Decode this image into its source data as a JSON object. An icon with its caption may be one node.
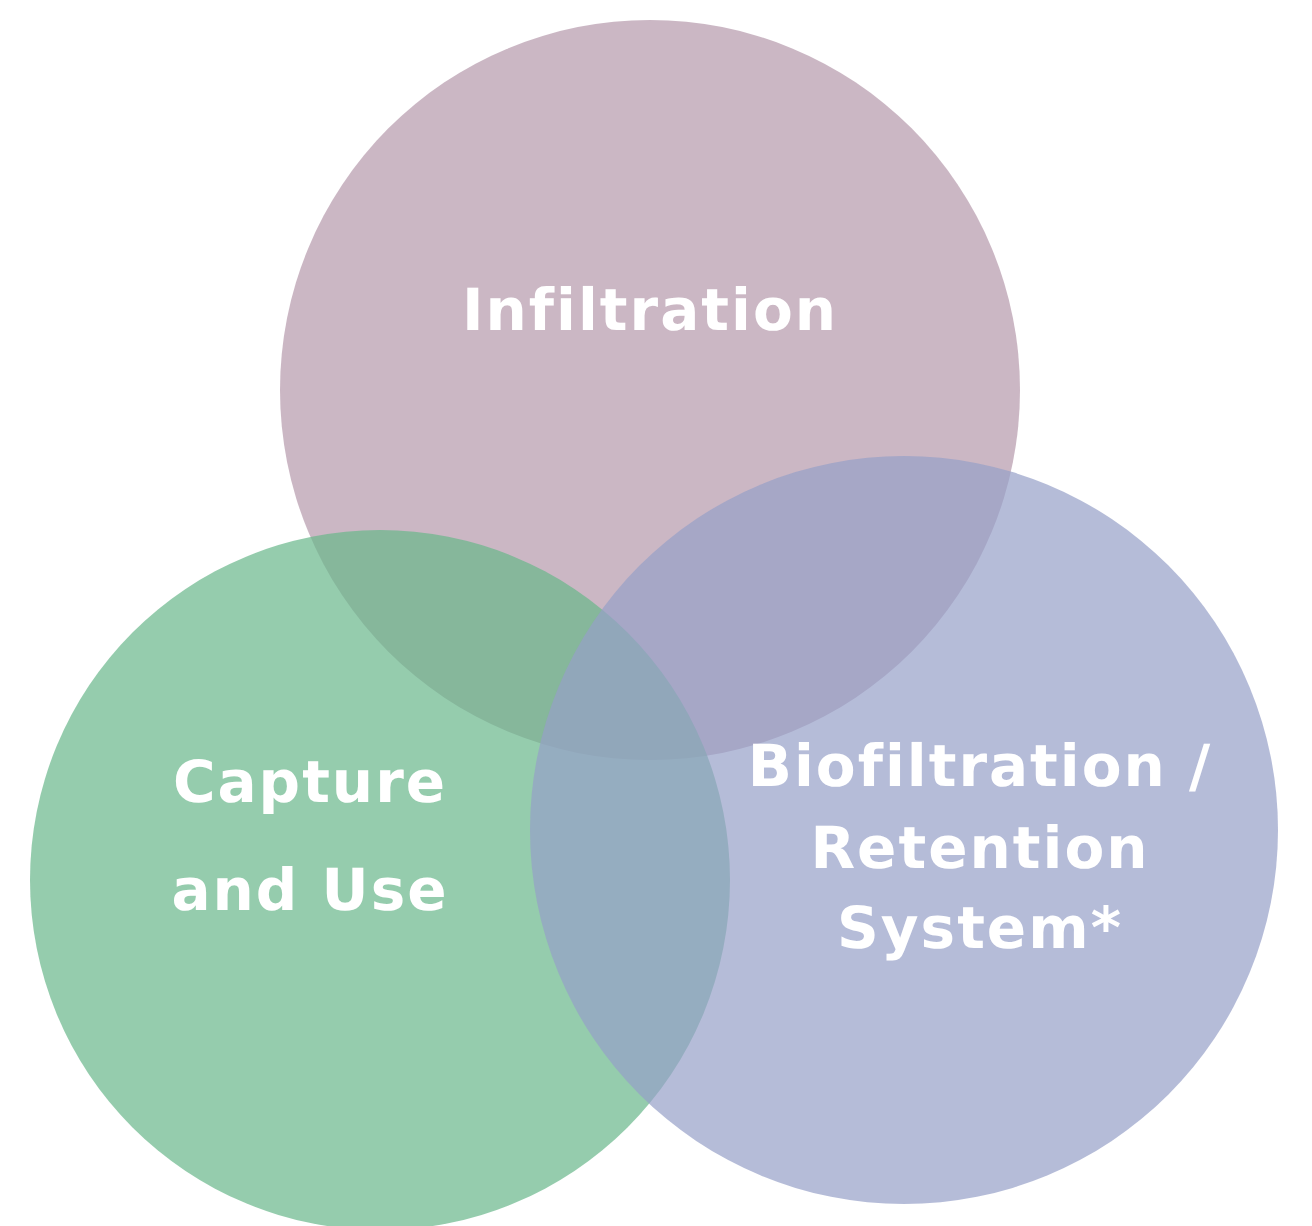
{
  "diagram": {
    "nodes": [
      {
        "text": [
          "Infiltration"
        ]
      },
      {
        "text": [
          "Capture and Use"
        ]
      },
      {
        "text": [
          "Biofiltration / Retention System*"
        ]
      }
    ]
  }
}
